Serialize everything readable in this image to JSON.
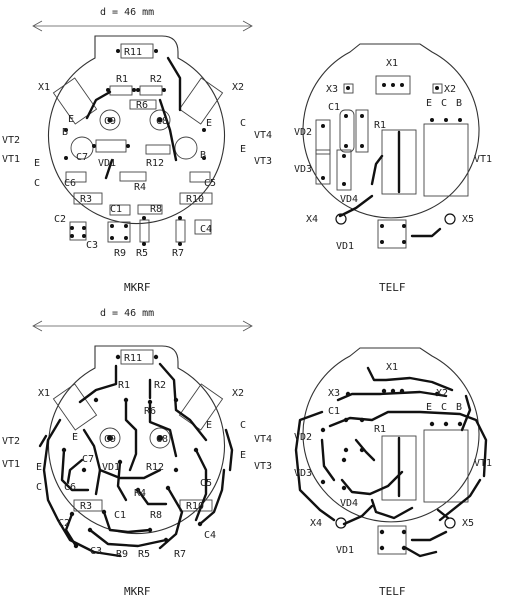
{
  "dimension_label": "d = 46 mm",
  "boards": {
    "mkrf": {
      "caption": "MKRF",
      "labels": {
        "r11": "R11",
        "x1": "X1",
        "x2": "X2",
        "r1": "R1",
        "r2": "R2",
        "r6": "R6",
        "b_left": "B",
        "b_right": "B",
        "c9": "C9",
        "c8": "C8",
        "c7": "C7",
        "vd1": "VD1",
        "r12": "R12",
        "vt2": "VT2",
        "vt1": "VT1",
        "vt4": "VT4",
        "vt3": "VT3",
        "e_left": "E",
        "e_right": "E",
        "e_left2": "E",
        "e_right2": "E",
        "c_left": "C",
        "c_right": "C",
        "c6": "C6",
        "c5": "C5",
        "r4": "R4",
        "r3": "R3",
        "r10": "R10",
        "c1": "C1",
        "r8": "R8",
        "c2": "C2",
        "c4": "C4",
        "c3": "C3",
        "r9": "R9",
        "r5": "R5",
        "r7": "R7"
      }
    },
    "telf": {
      "caption": "TELF",
      "labels": {
        "x1": "X1",
        "x3": "X3",
        "x2": "X2",
        "e": "E",
        "c": "C",
        "b": "B",
        "c1": "C1",
        "r1": "R1",
        "vd2": "VD2",
        "vd3": "VD3",
        "vt1": "VT1",
        "vd4": "VD4",
        "x4": "X4",
        "x5": "X5",
        "vd1": "VD1"
      }
    }
  }
}
